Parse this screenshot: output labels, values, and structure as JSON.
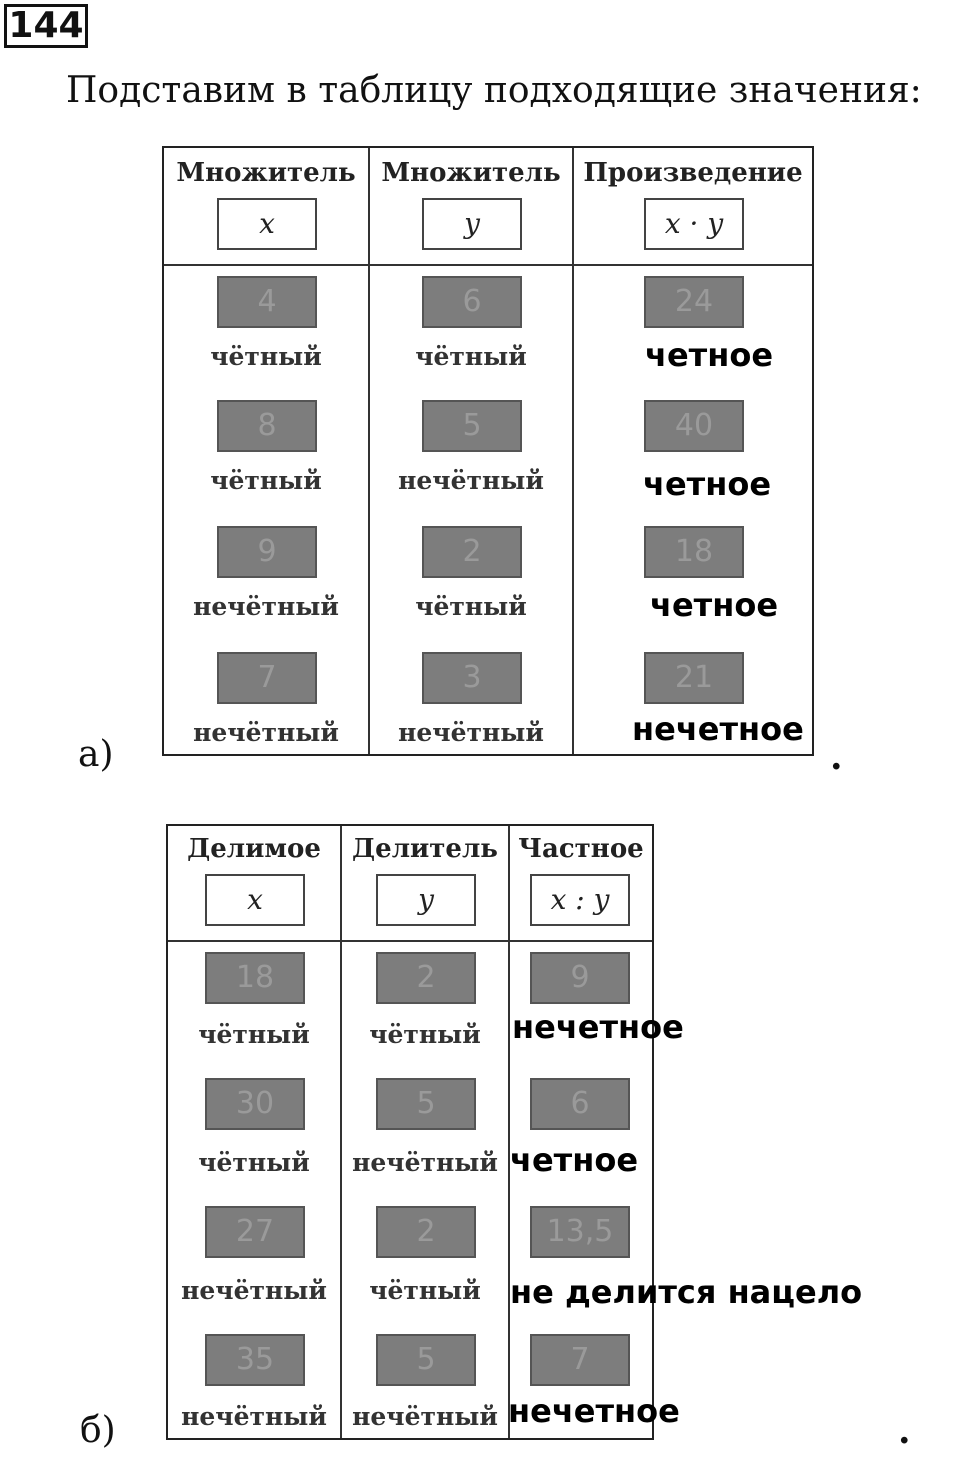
{
  "task_number": "144",
  "intro": "Подставим в таблицу подходящие значения:",
  "part_a": {
    "label": "а)",
    "end_mark": ".",
    "headers": [
      {
        "title": "Множитель",
        "var": "x"
      },
      {
        "title": "Множитель",
        "var": "y"
      },
      {
        "title": "Произведение",
        "var": "x · y"
      }
    ],
    "rows": [
      {
        "x": "4",
        "x_parity": "чётный",
        "y": "6",
        "y_parity": "чётный",
        "result": "24",
        "answer": "четное"
      },
      {
        "x": "8",
        "x_parity": "чётный",
        "y": "5",
        "y_parity": "нечётный",
        "result": "40",
        "answer": "четное"
      },
      {
        "x": "9",
        "x_parity": "нечётный",
        "y": "2",
        "y_parity": "чётный",
        "result": "18",
        "answer": "четное"
      },
      {
        "x": "7",
        "x_parity": "нечётный",
        "y": "3",
        "y_parity": "нечётный",
        "result": "21",
        "answer": "нечетное"
      }
    ]
  },
  "part_b": {
    "label": "б)",
    "end_mark": ".",
    "headers": [
      {
        "title": "Делимое",
        "var": "x"
      },
      {
        "title": "Делитель",
        "var": "y"
      },
      {
        "title": "Частное",
        "var": "x : y"
      }
    ],
    "rows": [
      {
        "x": "18",
        "x_parity": "чётный",
        "y": "2",
        "y_parity": "чётный",
        "result": "9",
        "answer": "нечетное"
      },
      {
        "x": "30",
        "x_parity": "чётный",
        "y": "5",
        "y_parity": "нечётный",
        "result": "6",
        "answer": "четное"
      },
      {
        "x": "27",
        "x_parity": "нечётный",
        "y": "2",
        "y_parity": "чётный",
        "result": "13,5",
        "answer": "не делится нацело"
      },
      {
        "x": "35",
        "x_parity": "нечётный",
        "y": "5",
        "y_parity": "нечётный",
        "result": "7",
        "answer": "нечетное"
      }
    ]
  }
}
